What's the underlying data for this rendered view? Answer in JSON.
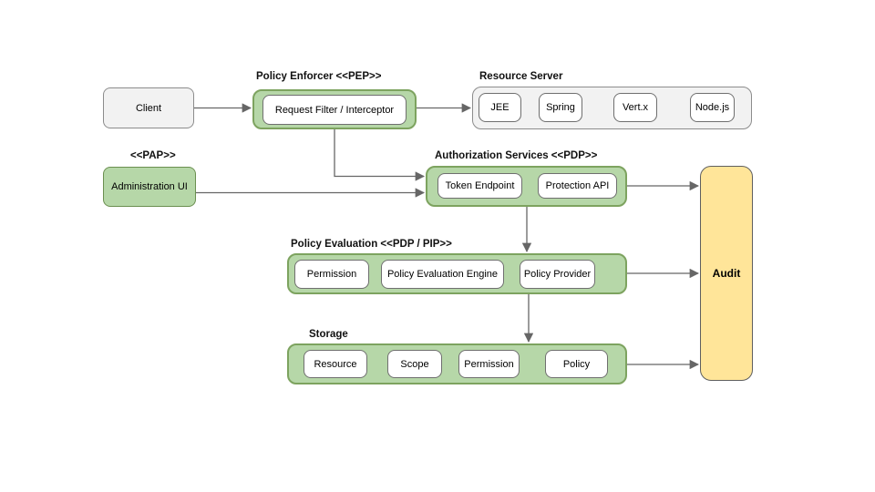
{
  "colors": {
    "container_green_fill": "#b6d7a8",
    "container_green_border": "#7da35f",
    "gray_fill": "#f2f2f2",
    "gray_border": "#8c8c8c",
    "node_border": "#6f6f6f",
    "audit_fill": "#ffe599",
    "audit_border": "#5f5f5f",
    "connector": "#666666"
  },
  "nodes": {
    "client": {
      "label": "Client"
    },
    "pap": {
      "label": "<<PAP>>",
      "admin_ui": "Administration UI"
    },
    "policy_enforcer": {
      "title": "Policy Enforcer <<PEP>>",
      "items": [
        "Request Filter / Interceptor"
      ]
    },
    "resource_server": {
      "title": "Resource Server",
      "items": [
        "JEE",
        "Spring",
        "Vert.x",
        "Node.js"
      ]
    },
    "authorization_services": {
      "title": "Authorization Services <<PDP>>",
      "items": [
        "Token Endpoint",
        "Protection API"
      ]
    },
    "policy_evaluation": {
      "title": "Policy Evaluation <<PDP / PIP>>",
      "items": [
        "Permission",
        "Policy Evaluation Engine",
        "Policy Provider"
      ]
    },
    "storage": {
      "title": "Storage",
      "items": [
        "Resource",
        "Scope",
        "Permission",
        "Policy"
      ]
    },
    "audit": {
      "label": "Audit"
    }
  }
}
